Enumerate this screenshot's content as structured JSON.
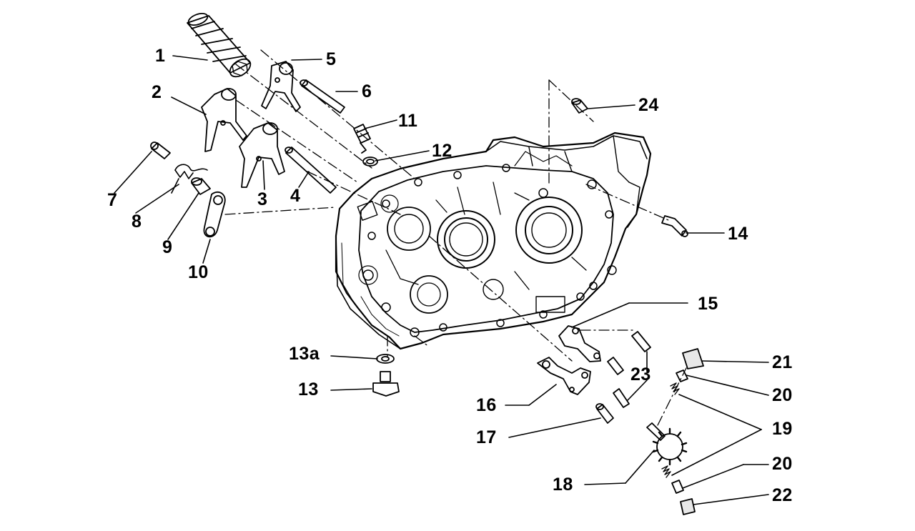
{
  "diagram": {
    "labels": {
      "n1": "1",
      "n2": "2",
      "n3": "3",
      "n4": "4",
      "n5": "5",
      "n6": "6",
      "n7": "7",
      "n8": "8",
      "n9": "9",
      "n10": "10",
      "n11": "11",
      "n12": "12",
      "n13a": "13a",
      "n13": "13",
      "n14": "14",
      "n15": "15",
      "n16": "16",
      "n17": "17",
      "n18": "18",
      "n19": "19",
      "n20a": "20",
      "n20b": "20",
      "n21": "21",
      "n22": "22",
      "n23": "23",
      "n24": "24"
    },
    "colors": {
      "ink": "#000000",
      "paper": "#ffffff",
      "shade": "#e8e8e8"
    }
  }
}
